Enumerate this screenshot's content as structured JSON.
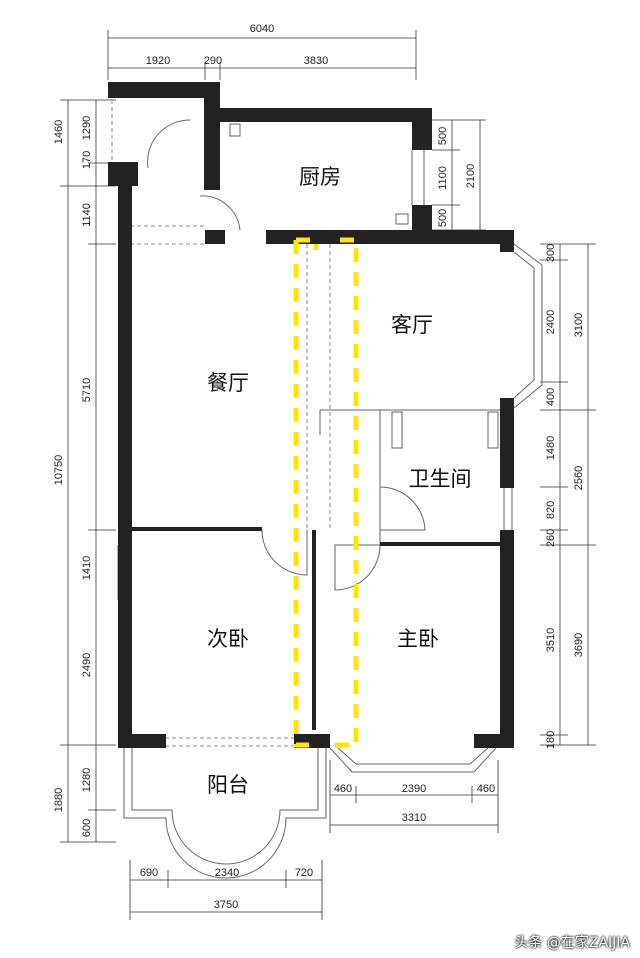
{
  "rooms": {
    "kitchen": "厨房",
    "living_room": "客厅",
    "dining_room": "餐厅",
    "bathroom": "卫生间",
    "second_bedroom": "次卧",
    "master_bedroom": "主卧",
    "balcony": "阳台"
  },
  "dimensions": {
    "top_total": "6040",
    "top_1": "1920",
    "top_2": "290",
    "top_3": "3830",
    "left_total": "10750",
    "left_upper_total": "1460",
    "left_1290": "1290",
    "left_170": "170",
    "left_1140": "1140",
    "left_5710": "5710",
    "left_1410": "1410",
    "left_2490": "2490",
    "left_bottom_total": "1880",
    "left_1280": "1280",
    "left_600": "600",
    "right_kitchen_500a": "500",
    "right_kitchen_1100": "1100",
    "right_kitchen_500b": "500",
    "right_kitchen_total": "2100",
    "right_300": "300",
    "right_2400": "2400",
    "right_400": "400",
    "right_3100": "3100",
    "right_1480": "1480",
    "right_820": "820",
    "right_260": "260",
    "right_2560": "2560",
    "right_3510": "3510",
    "right_180": "180",
    "right_3690": "3690",
    "bottom_460a": "460",
    "bottom_2390": "2390",
    "bottom_460b": "460",
    "bottom_3310": "3310",
    "balcony_690": "690",
    "balcony_2340": "2340",
    "balcony_720": "720",
    "balcony_3750": "3750"
  },
  "watermark": "头条 @在家ZAIJIA",
  "colors": {
    "wall": "#222222",
    "highlight": "#ffe600",
    "background": "#ffffff"
  }
}
